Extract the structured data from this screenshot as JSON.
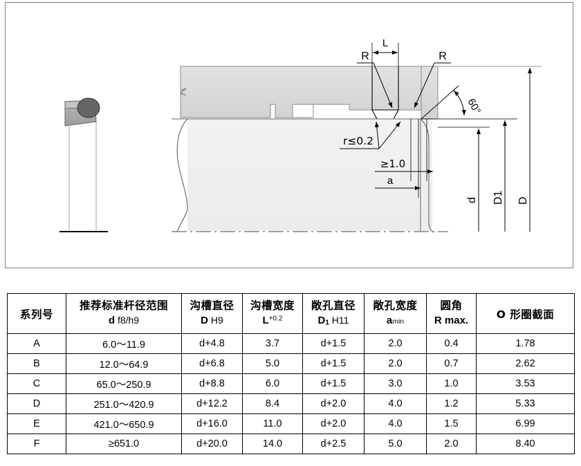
{
  "drawing": {
    "name": "rod-seal-groove-cross-section-drawing",
    "colors": {
      "frame": "#7d7d7d",
      "housing_fill": "#d9d9d9",
      "rod_fill": "#f0f0f0",
      "oring_fill": "#666666",
      "seal_fill": "#b0b0b0",
      "line": "#000000"
    },
    "labels": {
      "groove_width": "L",
      "radius_left": "R",
      "radius_right": "R",
      "chamfer_angle": "60°",
      "corner_radius": "r≤0.2",
      "min_dim": "≥1.0",
      "open_width": "a",
      "rod_dia": "d",
      "open_dia": "D1",
      "groove_dia": "D"
    }
  },
  "table": {
    "name": "o-ring-groove-specification-table",
    "headers": [
      {
        "cn": "系列号",
        "sym": ""
      },
      {
        "cn": "推荐标准杆径范围",
        "sym_bold": "d",
        "sym_rest": " f8/h9"
      },
      {
        "cn": "沟槽直径",
        "sym_bold": "D",
        "sym_rest": " H9"
      },
      {
        "cn": "沟槽宽度",
        "sym_bold": "L",
        "sym_sup": "+0.2"
      },
      {
        "cn": "敞孔直径",
        "sym_bold": "D",
        "sym_sub": "1",
        "sym_rest": " H11"
      },
      {
        "cn": "敞孔宽度",
        "sym_bold": "a",
        "sym_small": "min"
      },
      {
        "cn": "圆角",
        "sym_bold": "R max."
      },
      {
        "cn": "O 形圈截面",
        "sym": ""
      }
    ],
    "rows": [
      {
        "series": "A",
        "rod_dia_range": "6.0～11.9",
        "groove_dia": "d+4.8",
        "groove_width": "3.7",
        "open_dia": "d+1.5",
        "open_width": "2.0",
        "fillet": "0.4",
        "oring_section": "1.78"
      },
      {
        "series": "B",
        "rod_dia_range": "12.0～64.9",
        "groove_dia": "d+6.8",
        "groove_width": "5.0",
        "open_dia": "d+1.5",
        "open_width": "2.0",
        "fillet": "0.7",
        "oring_section": "2.62"
      },
      {
        "series": "C",
        "rod_dia_range": "65.0～250.9",
        "groove_dia": "d+8.8",
        "groove_width": "6.0",
        "open_dia": "d+1.5",
        "open_width": "3.0",
        "fillet": "1.0",
        "oring_section": "3.53"
      },
      {
        "series": "D",
        "rod_dia_range": "251.0～420.9",
        "groove_dia": "d+12.2",
        "groove_width": "8.4",
        "open_dia": "d+2.0",
        "open_width": "4.0",
        "fillet": "1.2",
        "oring_section": "5.33"
      },
      {
        "series": "E",
        "rod_dia_range": "421.0～650.9",
        "groove_dia": "d+16.0",
        "groove_width": "11.0",
        "open_dia": "d+2.0",
        "open_width": "4.0",
        "fillet": "1.5",
        "oring_section": "6.99"
      },
      {
        "series": "F",
        "rod_dia_range": "≥651.0",
        "groove_dia": "d+20.0",
        "groove_width": "14.0",
        "open_dia": "d+2.5",
        "open_width": "5.0",
        "fillet": "2.0",
        "oring_section": "8.40"
      }
    ]
  }
}
